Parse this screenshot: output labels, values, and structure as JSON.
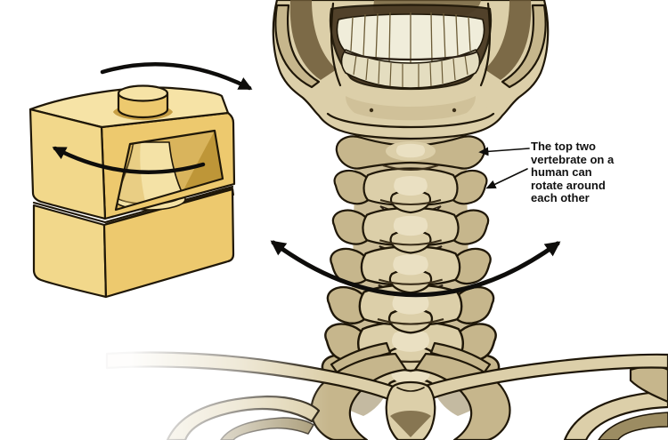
{
  "annotation": {
    "text": "The top two vertebrate on a human can rotate around each other",
    "lines": [
      "The top two",
      "vertebrate on a",
      "human can",
      "rotate around",
      "each other"
    ]
  },
  "colors": {
    "background": "#ffffff",
    "text": "#111111",
    "outline": "#1f1708",
    "arrow": "#0e0d0b",
    "block_top": "#f6e3a6",
    "block_left": "#f2d88b",
    "block_right": "#edc96e",
    "block_inner": "#d9b45c",
    "block_inner_dark": "#be9638",
    "cone": "#f4e2a6",
    "bone_light": "#dccfa9",
    "bone_mid": "#c6b68c",
    "bone_shadow": "#9c8c62",
    "bone_deep": "#6b5836",
    "bone_highlight": "#eae0c2",
    "cavity": "#4a3a24",
    "teeth_upper": "#f0edda",
    "teeth_lower": "#e4ddc0"
  }
}
